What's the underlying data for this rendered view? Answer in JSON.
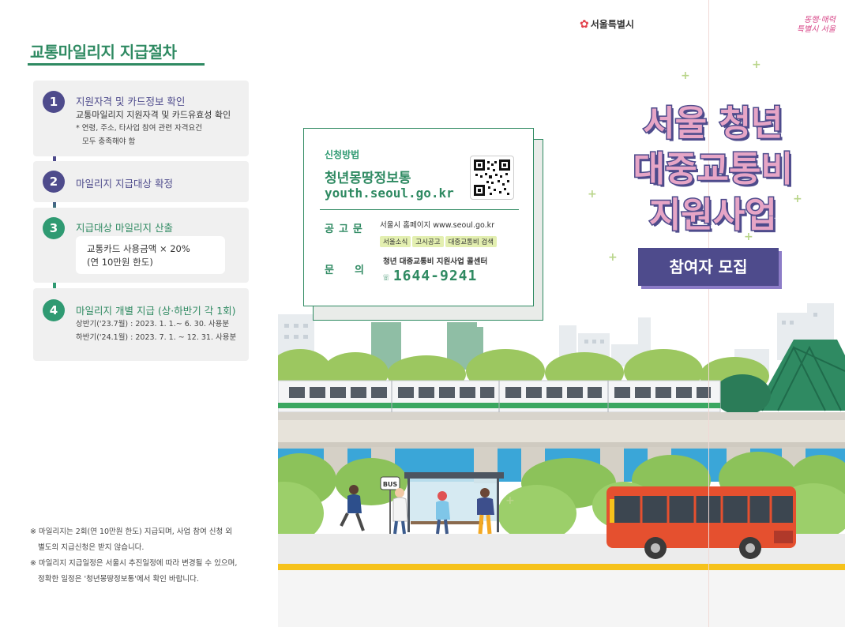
{
  "left": {
    "title": "교통마일리지 지급절차",
    "steps": [
      {
        "num": "1",
        "title": "지원자격 및 카드정보 확인",
        "line2": "교통마일리지 지원자격 및 카드유효성 확인",
        "note1": "* 연령, 주소, 타사업 참여 관련 자격요건",
        "note2": "모두 충족해야 함"
      },
      {
        "num": "2",
        "title": "마일리지 지급대상 확정"
      },
      {
        "num": "3",
        "title": "지급대상 마일리지 산출",
        "formula1": "교통카드 사용금액 × 20%",
        "formula2": "(연 10만원 한도)"
      },
      {
        "num": "4",
        "title": "마일리지 개별 지급 (상·하반기 각 1회)",
        "line2": "상반기('23.7월) : 2023. 1. 1.~ 6. 30. 사용분",
        "line3": "하반기('24.1월) : 2023. 7. 1. ~ 12. 31. 사용분"
      }
    ],
    "notes": [
      "※ 마일리지는 2회(연 10만원 한도) 지급되며, 사업 참여 신청 외",
      "별도의 지급신청은 받지 않습니다.",
      "※ 마일리지 지급일정은 서울시 추진일정에 따라 변경될 수 있으며,",
      "정확한 일정은 '청년몽땅정보통'에서 확인 바랍니다."
    ]
  },
  "right": {
    "seoul_logo": "서울특별시",
    "brand_logo_line1": "동행·매력",
    "brand_logo_line2": "특별시 서울",
    "title_lines": [
      "서울 청년",
      "대중교통비",
      "지원사업"
    ],
    "recruit": "참여자 모집",
    "billboard": {
      "method_label": "신청방법",
      "site_name": "청년몽땅정보통",
      "url": "youth.seoul.go.kr",
      "notice_label": "공고문",
      "notice_text": "서울시 홈페이지 www.seoul.go.kr",
      "tags": [
        "서울소식",
        "고시공고",
        "대중교통비 검색"
      ],
      "contact_label": "문의",
      "center": "청년 대중교통비 지원사업 콜센터",
      "phone": "1644-9241"
    },
    "bus_sign": "BUS"
  },
  "colors": {
    "green": "#2f8a62",
    "purple": "#4e4b8c",
    "pink": "#e6a5c6",
    "bus_red": "#e5502f",
    "yellow_line": "#f6c21b"
  }
}
